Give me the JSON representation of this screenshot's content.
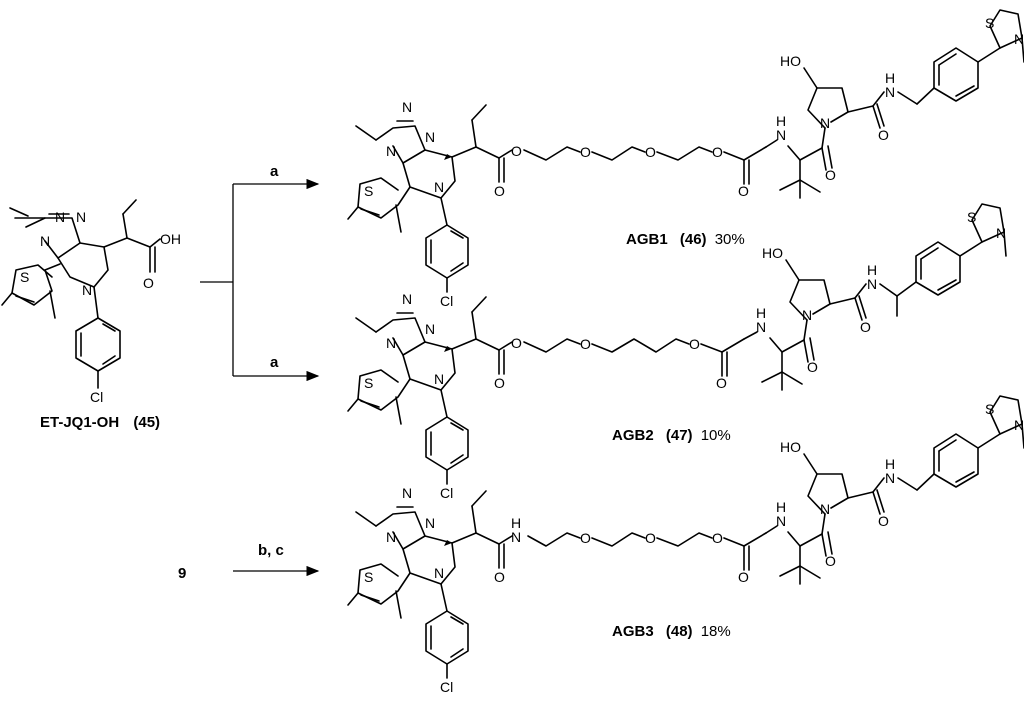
{
  "atoms": {
    "N": "N",
    "O": "O",
    "S": "S",
    "Cl": "Cl",
    "OH": "OH",
    "HO": "HO",
    "NH": "N",
    "H": "H"
  },
  "reagents": {
    "a1": "a",
    "a2": "a",
    "bc": "b, c"
  },
  "start": {
    "name": "ET-JQ1-OH",
    "number": "(45)"
  },
  "other_start": "9",
  "products": [
    {
      "name": "AGB1",
      "number": "(46)",
      "yield": "30%"
    },
    {
      "name": "AGB2",
      "number": "(47)",
      "yield": "10%"
    },
    {
      "name": "AGB3",
      "number": "(48)",
      "yield": "18%"
    }
  ]
}
